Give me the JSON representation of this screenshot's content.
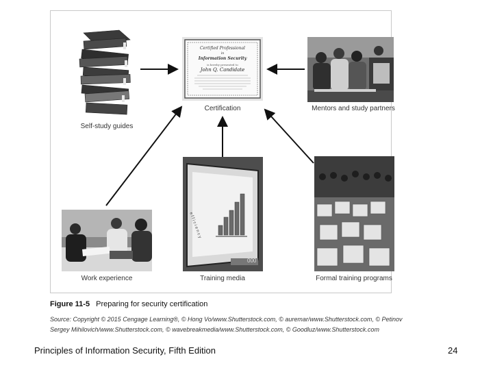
{
  "figure": {
    "labels": {
      "certification": "Certification",
      "self_study": "Self-study guides",
      "mentors": "Mentors and study partners",
      "work": "Work experience",
      "training_media": "Training media",
      "formal": "Formal training programs"
    },
    "certificate": {
      "title_line1": "Certified Professional",
      "title_line2": "in",
      "title_line3": "Information Security",
      "awarded_to": "is hereby presented to",
      "name": "John Q. Candidate"
    },
    "monitor_text": "e f f i c i e n c y",
    "monitor_brand": "000",
    "caption_number": "Figure 11-5",
    "caption_title": "Preparing for security certification",
    "source_line1": "Source: Copyright © 2015 Cengage Learning®, © Hong Vo/www.Shutterstock.com, © auremar/www.Shutterstock.com, © Petinov",
    "source_line2": "Sergey Mihilovich/www.Shutterstock.com, © wavebreakmedia/www.Shutterstock.com, © Goodluz/www.Shutterstock.com"
  },
  "footer": {
    "book_title": "Principles of Information Security, Fifth Edition",
    "page_number": "24"
  }
}
